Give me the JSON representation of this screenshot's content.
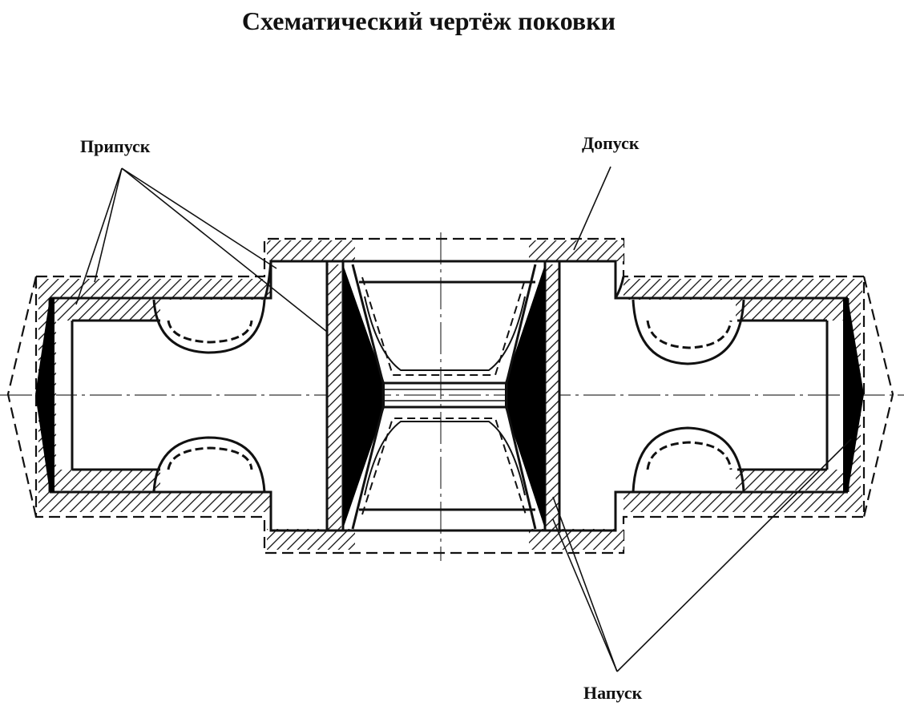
{
  "title": "Схематический чертёж поковки",
  "labels": {
    "allowance": "Припуск",
    "tolerance": "Допуск",
    "lap": "Напуск"
  }
}
